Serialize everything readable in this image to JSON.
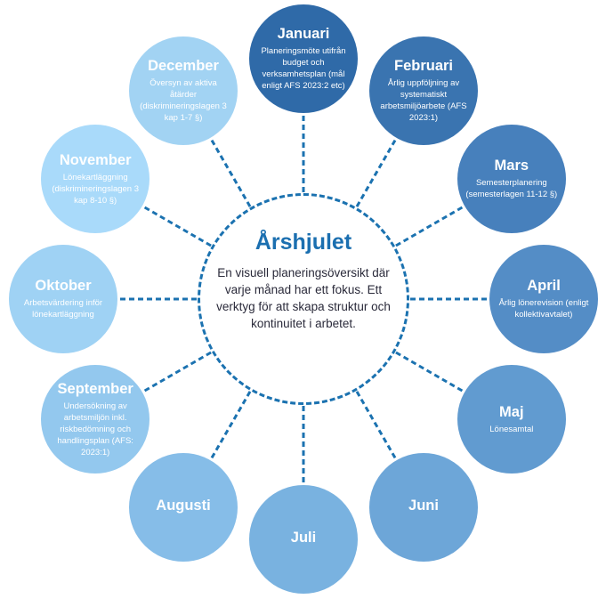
{
  "center": {
    "title": "Årshjulet",
    "description": "En visuell planeringsöversikt där varje månad har ett fokus. Ett verktyg för att skapa struktur och kontinuitet i arbetet."
  },
  "colors": {
    "line": "#1b72b0"
  },
  "months": [
    {
      "name": "Januari",
      "desc": "Planeringsmöte utifrån budget och verksamhetsplan (mål enligt AFS 2023:2 etc)",
      "color": "#2f6aa8"
    },
    {
      "name": "Februari",
      "desc": "Årlig uppföljning av systematiskt arbetsmiljöarbete (AFS 2023:1)",
      "color": "#3a74b0"
    },
    {
      "name": "Mars",
      "desc": "Semesterplanering (semesterlagen 11-12 §)",
      "color": "#4780bc"
    },
    {
      "name": "April",
      "desc": "Årlig lönerevision (enligt kollektivavtalet)",
      "color": "#548dc6"
    },
    {
      "name": "Maj",
      "desc": "Lönesamtal",
      "color": "#619bd0"
    },
    {
      "name": "Juni",
      "desc": "",
      "color": "#6da6d8"
    },
    {
      "name": "Juli",
      "desc": "",
      "color": "#79b2e0"
    },
    {
      "name": "Augusti",
      "desc": "",
      "color": "#86bde8"
    },
    {
      "name": "September",
      "desc": "Undersökning av arbetsmiljön inkl. riskbedömning och handlingsplan (AFS: 2023:1)",
      "color": "#93c8ee"
    },
    {
      "name": "Oktober",
      "desc": "Arbetsvärdering inför lönekartläggning",
      "color": "#9fd2f4"
    },
    {
      "name": "November",
      "desc": "Lönekartläggning (diskrimineringslagen 3 kap 8-10 §)",
      "color": "#a9dafa"
    },
    {
      "name": "December",
      "desc": "Översyn av aktiva åtärder (diskrimineringslagen 3 kap 1-7 §)",
      "color": "#a2d3f3"
    }
  ]
}
